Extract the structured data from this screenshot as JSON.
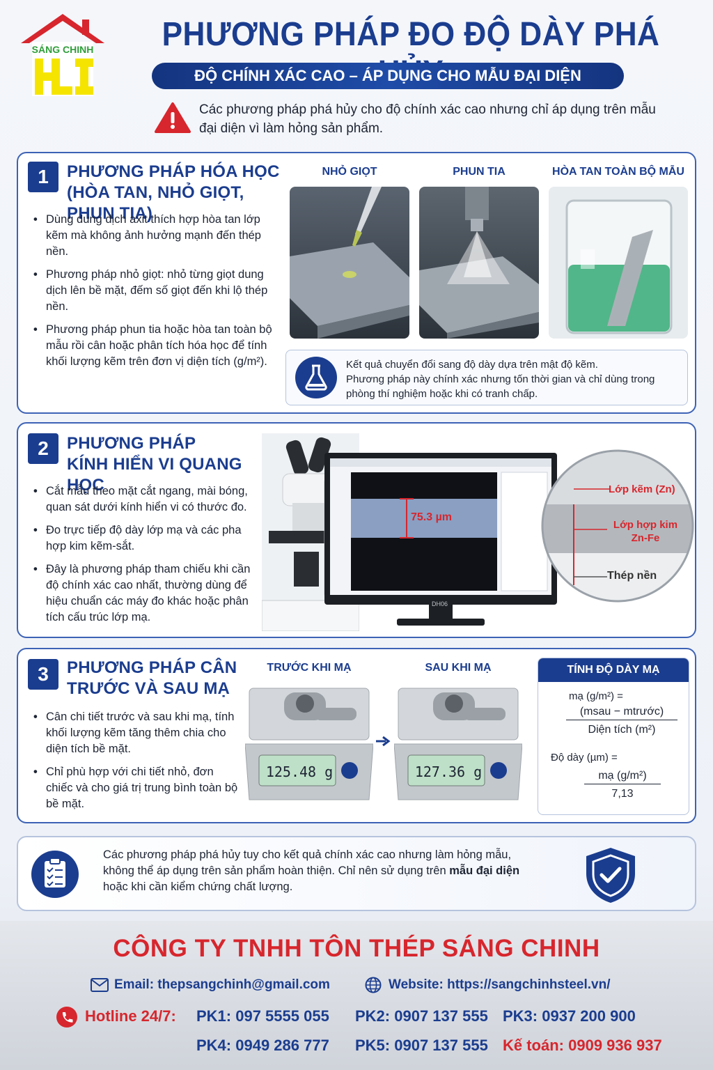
{
  "header": {
    "logo_text": "SÁNG CHINH",
    "title": "PHƯƠNG PHÁP ĐO ĐỘ DÀY PHÁ HỦY",
    "subtitle": "ĐỘ CHÍNH XÁC CAO – ÁP DỤNG CHO MẪU ĐẠI DIỆN",
    "warning": "Các phương pháp phá hủy cho độ chính xác cao nhưng chỉ áp dụng trên mẫu đại diện vì làm hỏng sản phẩm."
  },
  "section1": {
    "number": "1",
    "title_line1": "PHƯƠNG PHÁP HÓA HỌC",
    "title_line2": "(HÒA TAN, NHỎ GIỌT, PHUN TIA)",
    "bullets": [
      "Dùng dung dịch axit thích hợp hòa tan lớp kẽm mà không ảnh hưởng mạnh đến thép nền.",
      "Phương pháp nhỏ giọt: nhỏ từng giọt dung dịch lên bề mặt, đếm số giọt đến khi lộ thép nền.",
      "Phương pháp phun tia hoặc hòa tan toàn bộ mẫu rồi cân hoặc phân tích hóa học để tính khối lượng kẽm trên đơn vị diện tích (g/m²)."
    ],
    "captions": [
      "NHỎ GIỌT",
      "PHUN TIA",
      "HÒA TAN TOÀN BỘ MẪU"
    ],
    "note_line1": "Kết quả chuyển đổi sang độ dày dựa trên mật độ kẽm.",
    "note_line2": "Phương pháp này chính xác nhưng tốn thời gian và chỉ dùng trong phòng thí nghiệm hoặc khi có tranh chấp."
  },
  "section2": {
    "number": "2",
    "title_line1": "PHƯƠNG PHÁP",
    "title_line2": "KÍNH HIỂN VI QUANG HỌC",
    "bullets": [
      "Cắt mẫu theo mặt cắt ngang, mài bóng, quan sát dưới kính hiển vi có thước đo.",
      "Đo trực tiếp độ dày lớp mạ và các pha hợp kim kẽm-sắt.",
      "Đây là phương pháp tham chiếu khi cần độ chính xác cao nhất, thường dùng để hiệu chuẩn các máy đo khác hoặc phân tích cấu trúc lớp mạ."
    ],
    "measurement": "75.3 µm",
    "monitor_brand": "DH06",
    "layers": [
      "Lớp kẽm (Zn)",
      "Lớp hợp kim",
      "Zn-Fe",
      "Thép nền"
    ]
  },
  "section3": {
    "number": "3",
    "title_line1": "PHƯƠNG PHÁP CÂN",
    "title_line2": "TRƯỚC VÀ SAU MẠ",
    "bullets": [
      "Cân chi tiết trước và sau khi mạ, tính khối lượng kẽm tăng thêm chia cho diện tích bề mặt.",
      "Chỉ phù hợp với chi tiết nhỏ, đơn chiếc và cho giá trị trung bình toàn bộ bề mặt."
    ],
    "before_label": "TRƯỚC KHI MẠ",
    "after_label": "SAU KHI MẠ",
    "before_reading": "125.48 g",
    "after_reading": "127.36 g",
    "formula_title": "TÍNH ĐỘ DÀY MẠ",
    "formula_line1": "mạ (g/m²) =",
    "formula_num": "(msau − mtrước)",
    "formula_den": "Diện tích (m²)",
    "formula_line2": "Độ dày (µm) =",
    "formula_num2": "mạ (g/m²)",
    "formula_den2": "7,13"
  },
  "summary": {
    "line1": "Các phương pháp phá hủy tuy cho kết quả chính xác cao nhưng làm hỏng mẫu,",
    "line2a": "không thể áp dụng trên sản phẩm hoàn thiện. Chỉ nên sử dụng trên ",
    "line2b": "mẫu đại diện",
    "line3": "hoặc khi cần kiểm chứng chất lượng."
  },
  "footer": {
    "company": "CÔNG TY TNHH TÔN THÉP SÁNG CHINH",
    "email": "Email: thepsangchinh@gmail.com",
    "website": "Website: https://sangchinhsteel.vn/",
    "hotline_label": "Hotline 24/7:",
    "pk1": "PK1: 097 5555 055",
    "pk2": "PK2: 0907 137 555",
    "pk3": "PK3: 0937 200 900",
    "pk4": "PK4: 0949 286 777",
    "pk5": "PK5: 0907 137 555",
    "accounting": "Kế toán: 0909 936 937"
  },
  "colors": {
    "navy": "#1b3d8f",
    "red": "#d7262d",
    "logo_yellow": "#f5e400"
  }
}
